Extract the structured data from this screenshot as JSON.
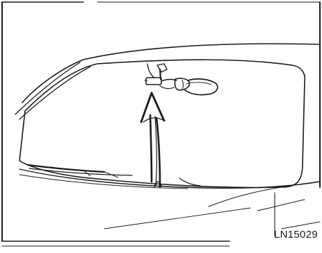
{
  "figure": {
    "code": "LN15029"
  },
  "illustration": {
    "subject": "windshield-with-rear-view-mirror",
    "arrow_direction": "up",
    "colors": {
      "ink": "#1a1a1a",
      "paper": "#ffffff"
    }
  }
}
